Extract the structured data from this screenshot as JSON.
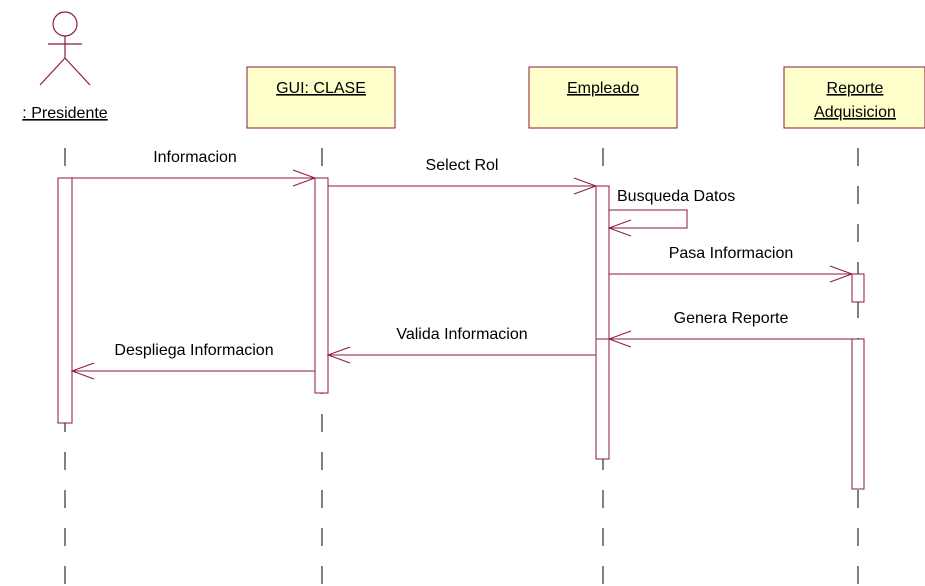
{
  "actor": {
    "name": ": Presidente"
  },
  "objects": [
    {
      "id": "gui",
      "lines": [
        "GUI: CLASE"
      ]
    },
    {
      "id": "empleado",
      "lines": [
        "Empleado"
      ]
    },
    {
      "id": "reporte",
      "lines": [
        "Reporte ",
        "Adquisicion"
      ]
    }
  ],
  "messages": [
    {
      "id": "informacion",
      "label": "Informacion"
    },
    {
      "id": "select-rol",
      "label": "Select Rol"
    },
    {
      "id": "busqueda-datos",
      "label": "Busqueda Datos"
    },
    {
      "id": "pasa-informacion",
      "label": "Pasa Informacion"
    },
    {
      "id": "genera-reporte",
      "label": "Genera Reporte"
    },
    {
      "id": "valida-informacion",
      "label": "Valida Informacion"
    },
    {
      "id": "despliega-informacion",
      "label": "Despliega Informacion"
    }
  ],
  "colors": {
    "box_fill": "#FFFFCC",
    "box_stroke": "#8B1A3E",
    "line": "#8B1A3E",
    "lifeline": "#000000"
  }
}
